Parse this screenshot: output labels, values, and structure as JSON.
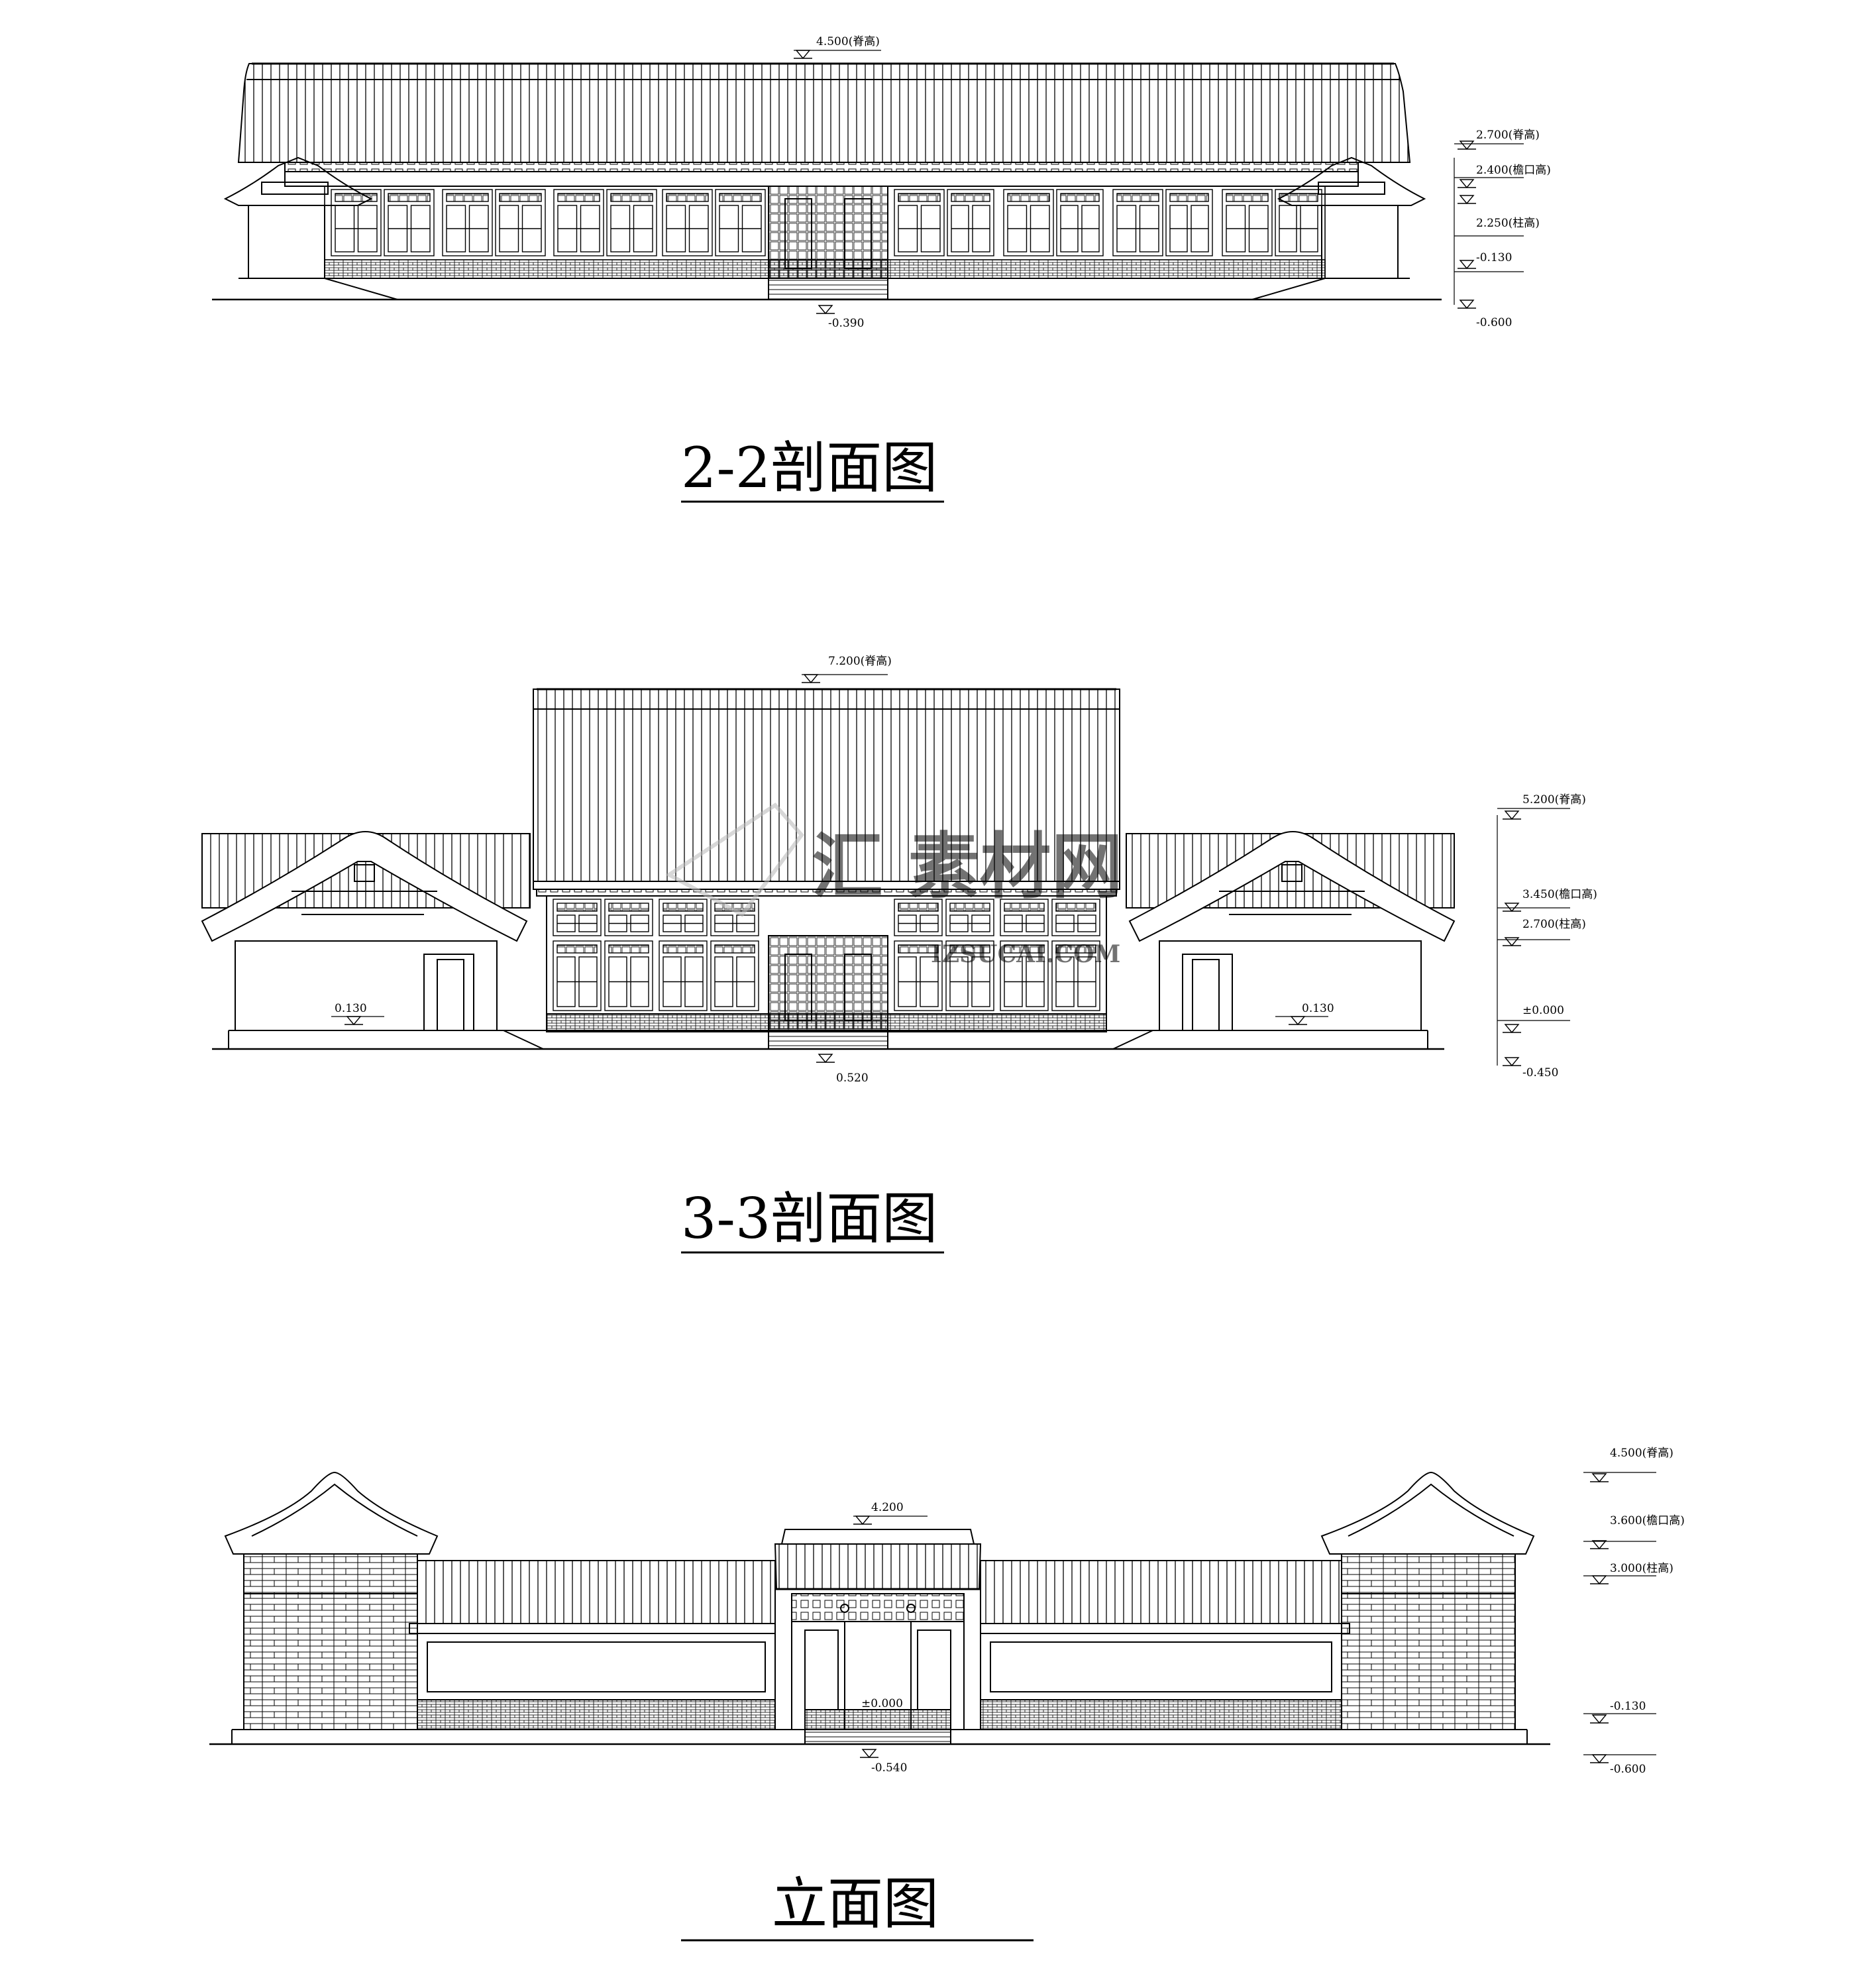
{
  "captions": {
    "section_2_2": "2-2剖面图",
    "section_3_3": "3-3剖面图",
    "elevation": "立面图"
  },
  "section_2_2": {
    "ridge_top": "4.500(脊高)",
    "ridge": "2.700(脊高)",
    "eave": "2.400(檐口高)",
    "column": "2.250(柱高)",
    "floor": "-0.130",
    "ground": "-0.600",
    "center_ground": "-0.390"
  },
  "section_3_3": {
    "ridge_main": "7.200(脊高)",
    "ridge_side": "5.200(脊高)",
    "eave": "3.450(檐口高)",
    "column": "2.700(柱高)",
    "zero": "±0.000",
    "ground": "-0.450",
    "center_ground": "0.520",
    "left_floor": "0.130",
    "right_floor": "0.130"
  },
  "elevation": {
    "ridge": "4.500(脊高)",
    "eave": "3.600(檐口高)",
    "column": "3.000(柱高)",
    "floor": "-0.130",
    "ground": "-0.600",
    "gate_top": "4.200",
    "gate_zero": "±0.000",
    "center_ground": "-0.540"
  },
  "watermark": {
    "brand": "汇 素材网",
    "url": "IZSUCAI.COM"
  },
  "colors": {
    "line": "#000000",
    "background": "#ffffff",
    "watermark": "#c9c9c9"
  }
}
